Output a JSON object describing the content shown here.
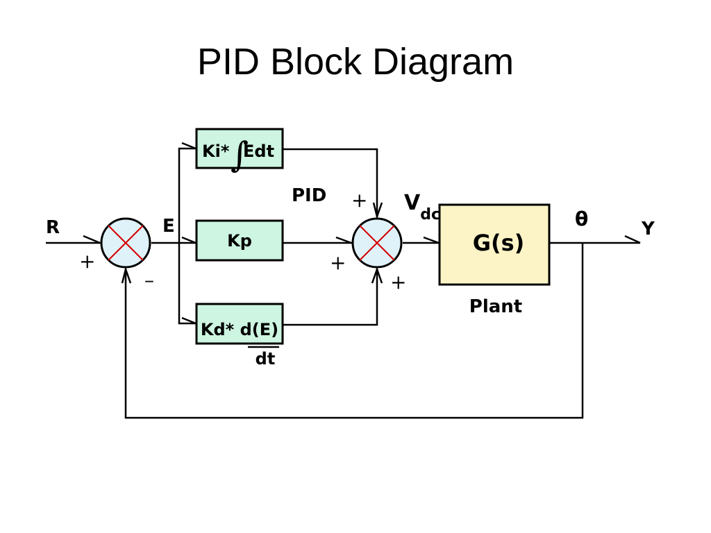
{
  "title": "PID Block Diagram",
  "signals": {
    "input": "R",
    "error": "E",
    "controller": "PID",
    "control": "V",
    "control_sub": "dc",
    "state": "θ",
    "output": "Y"
  },
  "blocks": {
    "integral": {
      "pre": "Ki*",
      "integral_sign": "∫",
      "post": "Edt"
    },
    "proportional": {
      "label": "Kp"
    },
    "derivative": {
      "label": "Kd* d(E)",
      "denominator": "dt"
    },
    "plant": {
      "label": "G(s)",
      "caption": "Plant"
    }
  },
  "signs": {
    "input_plus": "+",
    "feedback_minus": "–",
    "integral_plus": "+",
    "proportional_plus": "+",
    "derivative_plus": "+"
  },
  "colors": {
    "controller_fill": "#cdf5e1",
    "plant_fill": "#fcf4c6",
    "summing_cross": "#d40000",
    "summing_fill": "#dff2f9",
    "line": "#000000"
  }
}
